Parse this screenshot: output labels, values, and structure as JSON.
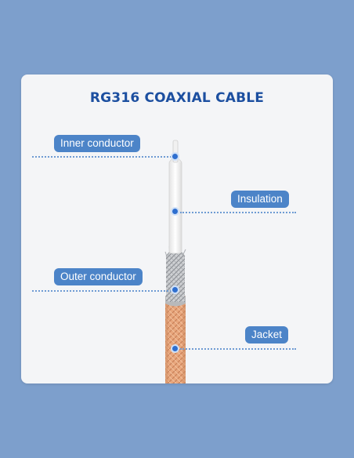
{
  "title": "RG316 COAXIAL CABLE",
  "labels": {
    "inner_conductor": "Inner conductor",
    "insulation": "Insulation",
    "outer_conductor": "Outer conductor",
    "jacket": "Jacket"
  },
  "colors": {
    "background": "#7d9fcc",
    "card": "#f4f5f7",
    "title": "#1c4fa0",
    "label_pill": "#4c84c8",
    "marker_dot": "#2f6fcf",
    "jacket": "#e8a67c",
    "braid": "#b7b9bd",
    "insulation": "#f7f7f7"
  }
}
